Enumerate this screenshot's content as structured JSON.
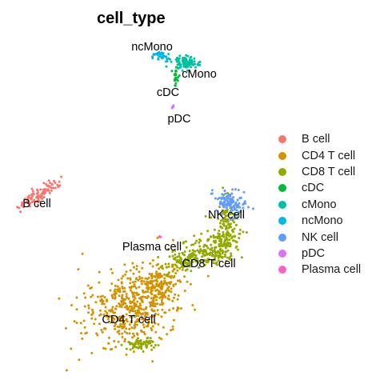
{
  "chart_data": {
    "type": "scatter",
    "title": "cell_type",
    "xlabel": "",
    "ylabel": "",
    "grid": false,
    "legend_position": "right",
    "series": [
      {
        "name": "B cell",
        "color": "#F8766D",
        "label": "B cell"
      },
      {
        "name": "CD4 T cell",
        "color": "#D39200",
        "label": "CD4 T cell"
      },
      {
        "name": "CD8 T cell",
        "color": "#93AA00",
        "label": "CD8 T cell"
      },
      {
        "name": "cDC",
        "color": "#00BA38",
        "label": "cDC"
      },
      {
        "name": "cMono",
        "color": "#00C19F",
        "label": "cMono"
      },
      {
        "name": "ncMono",
        "color": "#00B9E3",
        "label": "ncMono"
      },
      {
        "name": "NK cell",
        "color": "#619CFF",
        "label": "NK cell"
      },
      {
        "name": "pDC",
        "color": "#DB72FB",
        "label": "pDC"
      },
      {
        "name": "Plasma cell",
        "color": "#FF61C3",
        "label": "Plasma cell"
      }
    ]
  }
}
